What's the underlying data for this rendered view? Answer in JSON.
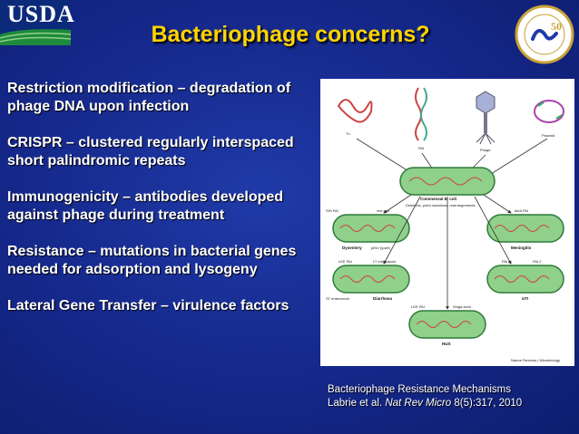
{
  "header": {
    "logo_text": "USDA",
    "title": "Bacteriophage concerns?",
    "badge_number": "50"
  },
  "bullets": [
    "Restriction modification – degradation of phage DNA upon infection",
    "CRISPR – clustered regularly interspaced short palindromic repeats",
    "Immunogenicity – antibodies developed against phage during treatment",
    "Resistance – mutations in bacterial genes needed for adsorption and lysogeny",
    "Lateral Gene Transfer – virulence factors"
  ],
  "figure": {
    "top_labels": [
      "Tn",
      "PAI",
      "Phage",
      "Plasmid"
    ],
    "center_label": "Commensal E. coli",
    "center_sublabel": "Deletions, point mutations, rearrangements",
    "cells": {
      "dysentery": "Dysentery",
      "meningitis": "Meningitis",
      "diarrhoea": "Diarrhoea",
      "uti": "UTI",
      "hus": "HUS"
    },
    "small_labels": {
      "shi_pai": "SHI PAI",
      "mxi_spa": "mxi-spa",
      "pinv": "pINV (ipaH)",
      "ibes_pai": "ibeA PAI",
      "lee_pai": "LEE PAI",
      "lt_enterotoxin": "LT enterotoxin",
      "st_enterotoxin": "ST enterotoxin",
      "pai1": "PAI 1",
      "pai2": "PAI 2",
      "lee_pai2": "LEE PAI",
      "shiga_toxin": "Shiga-toxin"
    },
    "credit": "Nature Reviews | Microbiology"
  },
  "caption": {
    "line1": "Bacteriophage Resistance Mechanisms",
    "authors": "Labrie et al.",
    "journal": "Nat Rev Micro",
    "ref": "8(5):317, 2010"
  },
  "colors": {
    "title": "#ffd400",
    "background": "#15288a",
    "cell_fill": "#8fd08a",
    "cell_stroke": "#2e7a3a"
  }
}
